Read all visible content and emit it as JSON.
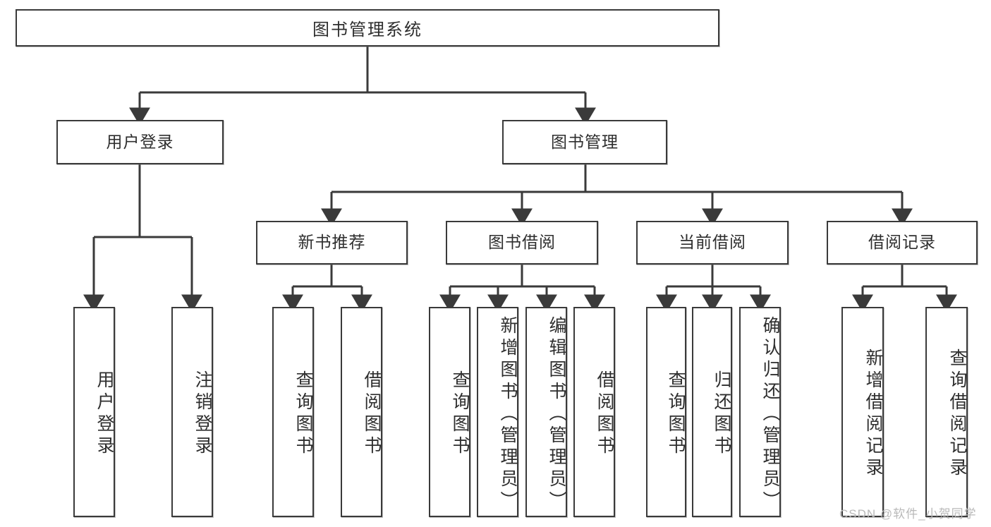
{
  "diagram": {
    "type": "tree-hierarchy-diagram",
    "title": "图书管理系统",
    "root": {
      "label": "图书管理系统"
    },
    "level2": [
      {
        "label": "用户登录"
      },
      {
        "label": "图书管理"
      }
    ],
    "level3": [
      {
        "label": "新书推荐"
      },
      {
        "label": "图书借阅"
      },
      {
        "label": "当前借阅"
      },
      {
        "label": "借阅记录"
      }
    ],
    "leaves": {
      "user_login": [
        "用户登录",
        "注销登录"
      ],
      "new_book_recommend": [
        "查询图书",
        "借阅图书"
      ],
      "book_borrow": [
        "查询图书",
        "新增图书（管理员）",
        "编辑图书（管理员）",
        "借阅图书"
      ],
      "current_borrow": [
        "查询图书",
        "归还图书",
        "确认归还（管理员）"
      ],
      "borrow_record": [
        "新增借阅记录",
        "查询借阅记录"
      ]
    }
  },
  "watermark": {
    "text": "CSDN @软件_小贺同学"
  },
  "colors": {
    "border": "#3a3a3a",
    "text": "#2e2e2e",
    "background": "#ffffff",
    "watermark": "#b9b9b9"
  }
}
